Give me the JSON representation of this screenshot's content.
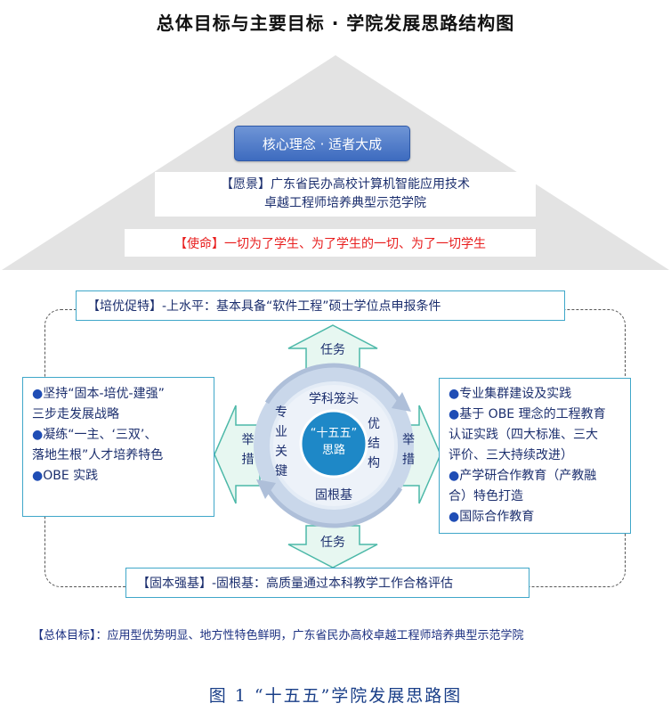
{
  "title": "总体目标与主要目标 · 学院发展思路结构图",
  "roof": {
    "core": "核心理念 · 适者大成",
    "vision_line1": "【愿景】广东省民办高校计算机智能应用技术",
    "vision_line2": "卓越工程师培养典型示范学院",
    "mission": "【使命】一切为了学生、为了学生的一切、为了一切学生"
  },
  "top_box": "【培优促特】-上水平：基本具备“软件工程”硕士学位点申报条件",
  "bottom_box": "【固本强基】-固根基：高质量通过本科教学工作合格评估",
  "left_box": {
    "items": [
      "●坚持“固本-培优-建强”",
      "三步走发展战略",
      "●凝练“一主、‘三双’、",
      "落地生根”人才培养特色",
      "●OBE 实践"
    ]
  },
  "right_box": {
    "items": [
      "●专业集群建设及实践",
      "●基于 OBE 理念的工程教育",
      "认证实践（四大标准、三大",
      "评价、三大持续改进）",
      "●产学研合作教育（产教融",
      "合）特色打造",
      "●国际合作教育"
    ]
  },
  "arrows": {
    "up_task": "任务",
    "down_task": "任务",
    "left_measure": [
      "举",
      "措"
    ],
    "right_measure": [
      "举",
      "措"
    ]
  },
  "ring": {
    "top": "学科笼头",
    "bottom": "固根基",
    "left": [
      "专",
      "业",
      "关",
      "键"
    ],
    "right": [
      "优",
      "结",
      "构"
    ],
    "center_line1": "“十五五”",
    "center_line2": "思路"
  },
  "goal": "【总体目标】：应用型优势明显、地方性特色鲜明，广东省民办高校卓越工程师培养典型示范学院",
  "caption": "图 1  “十五五”学院发展思路图",
  "colors": {
    "roof_gray": "#e3e3e3",
    "box_border": "#3fa7c9",
    "arrow_fill": "#e7f7f1",
    "arrow_stroke": "#4cb8a8",
    "ring_outer": "#c9d7ea",
    "center_fill": "#1e88c7",
    "mission_red": "#e81d1d",
    "core_blue": "#3d6bbf"
  }
}
